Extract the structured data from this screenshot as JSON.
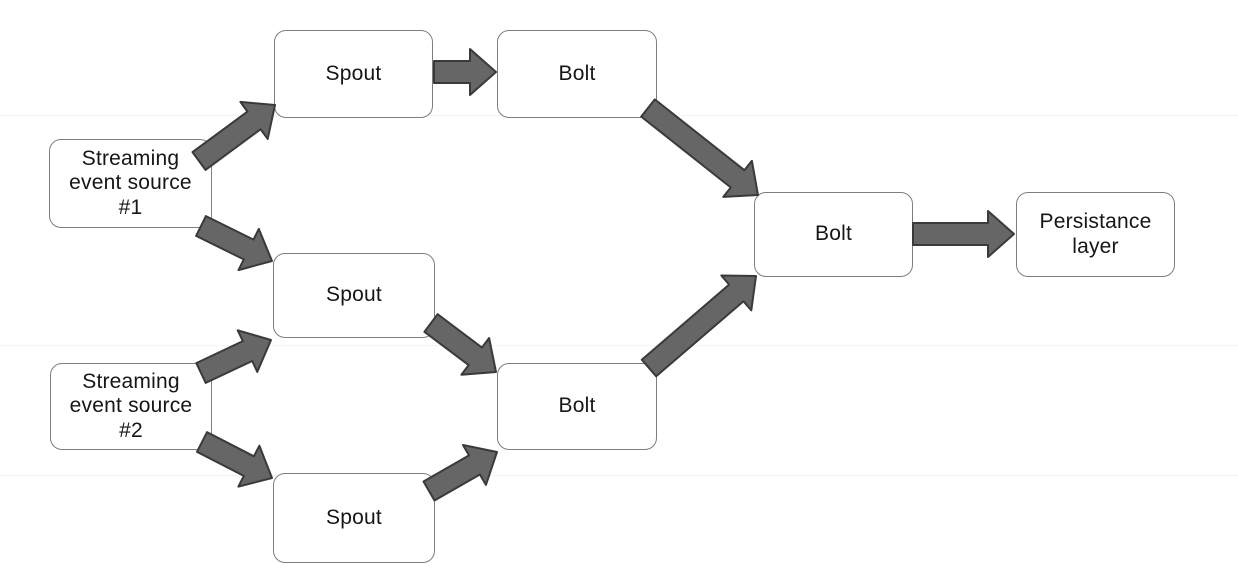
{
  "diagram": {
    "background_color": "#ffffff",
    "node_style": {
      "fill": "#ffffff",
      "border_color": "#7e7e7e",
      "text_color": "#161616"
    },
    "arrow_style": {
      "fill": "#666666",
      "outline": "#3a3a3a"
    },
    "nodes": [
      {
        "id": "source-1",
        "type": "source",
        "label": "Streaming\nevent source\n#1"
      },
      {
        "id": "source-2",
        "type": "source",
        "label": "Streaming\nevent source\n#2"
      },
      {
        "id": "spout-1",
        "type": "spout",
        "label": "Spout"
      },
      {
        "id": "spout-2",
        "type": "spout",
        "label": "Spout"
      },
      {
        "id": "spout-3",
        "type": "spout",
        "label": "Spout"
      },
      {
        "id": "bolt-1",
        "type": "bolt",
        "label": "Bolt"
      },
      {
        "id": "bolt-2",
        "type": "bolt",
        "label": "Bolt"
      },
      {
        "id": "bolt-3",
        "type": "bolt",
        "label": "Bolt"
      },
      {
        "id": "persistence",
        "type": "persistence",
        "label": "Persistance\nlayer"
      }
    ],
    "edges": [
      {
        "from": "source-1",
        "to": "spout-1"
      },
      {
        "from": "source-1",
        "to": "spout-2"
      },
      {
        "from": "source-2",
        "to": "spout-2"
      },
      {
        "from": "source-2",
        "to": "spout-3"
      },
      {
        "from": "spout-1",
        "to": "bolt-1"
      },
      {
        "from": "spout-2",
        "to": "bolt-2"
      },
      {
        "from": "spout-3",
        "to": "bolt-2"
      },
      {
        "from": "bolt-1",
        "to": "bolt-3"
      },
      {
        "from": "bolt-2",
        "to": "bolt-3"
      },
      {
        "from": "bolt-3",
        "to": "persistence"
      }
    ]
  }
}
